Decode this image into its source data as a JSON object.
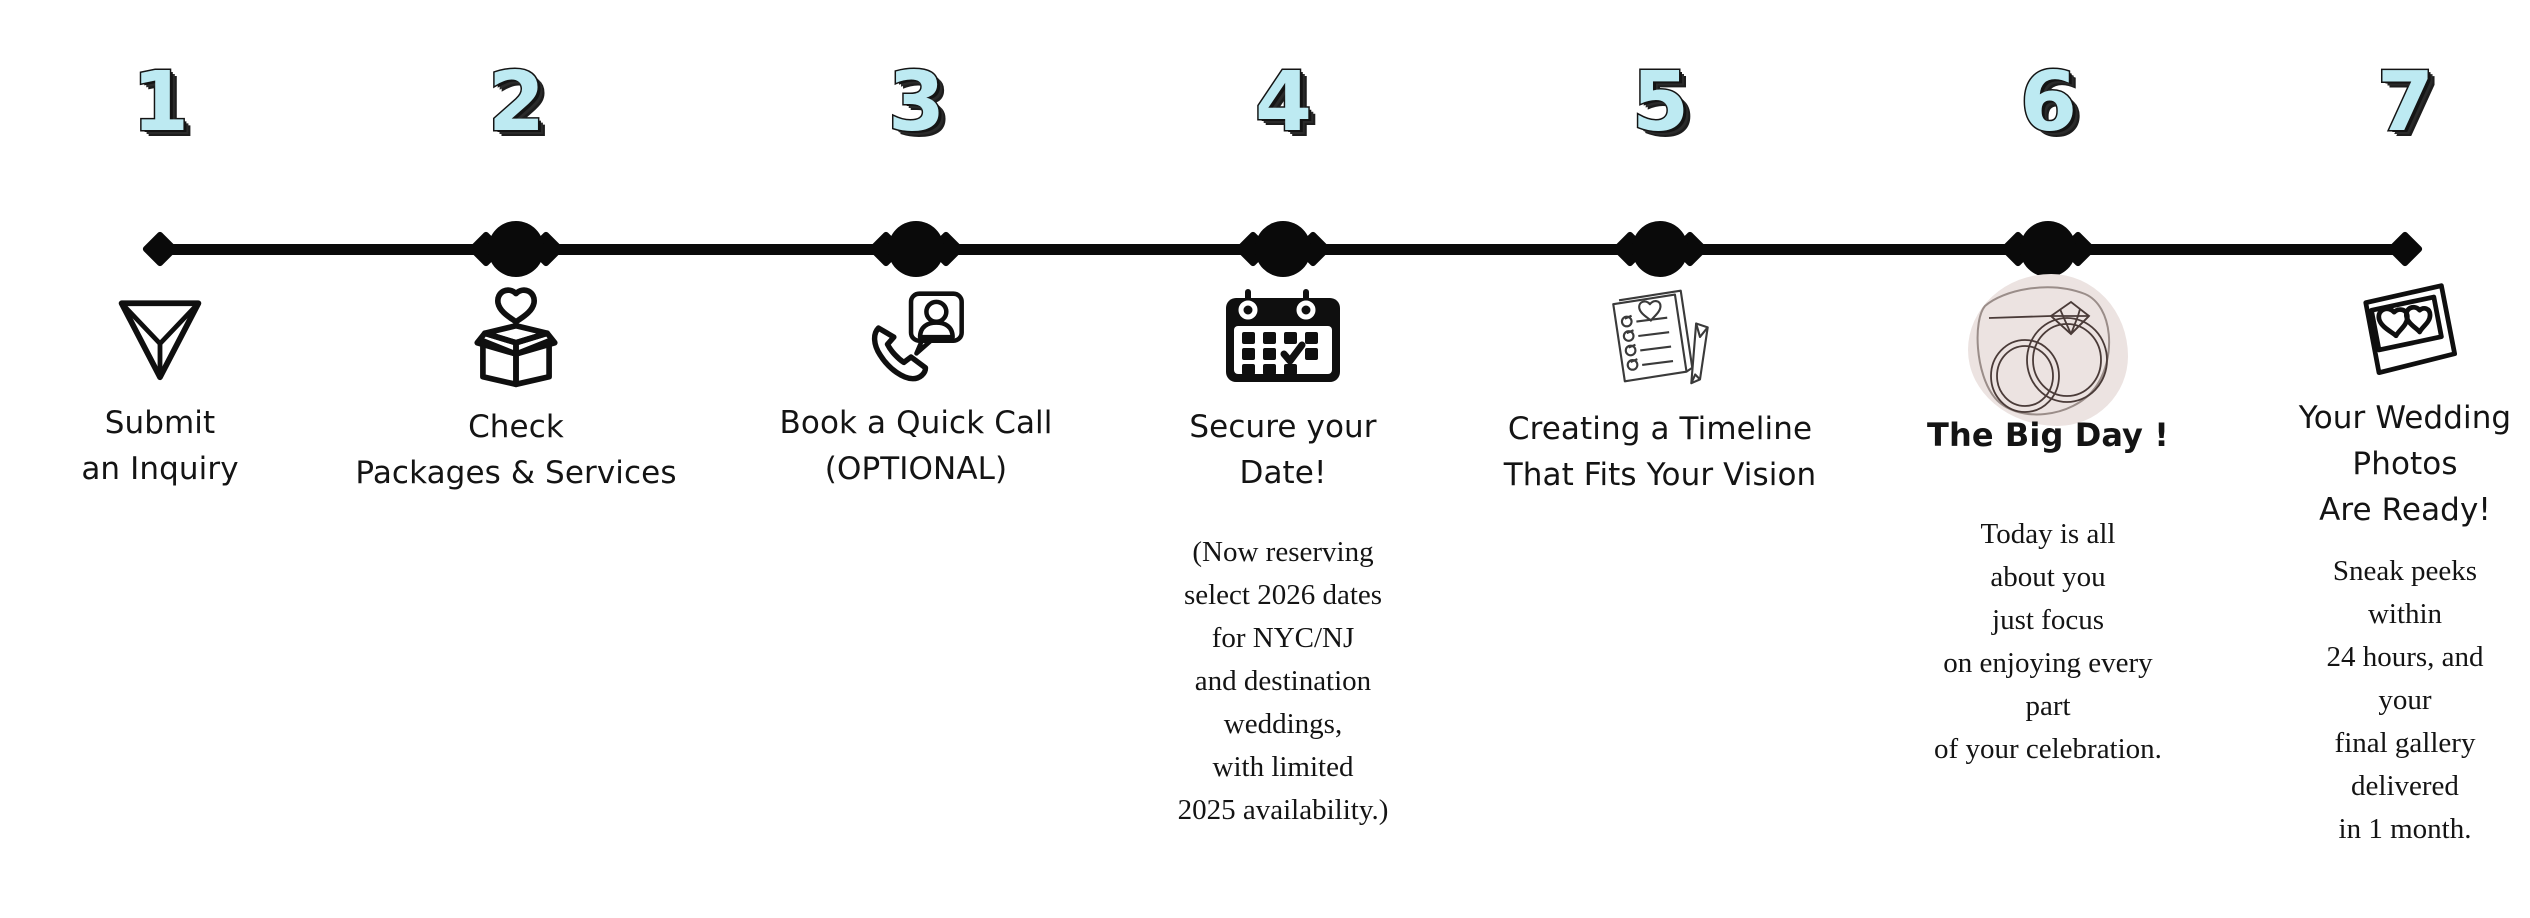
{
  "diagram": {
    "title": "Wedding Photography Booking Process Timeline",
    "type": "horizontal-timeline",
    "accent_number_color": "#bdeaf2",
    "line_color": "#0a0a0a",
    "blob_color": "#ece3e1",
    "background": "#ffffff"
  },
  "steps": [
    {
      "number": "1",
      "icon": "paper-plane-icon",
      "label": "Submit\nan Inquiry",
      "note": "",
      "bold_label": false,
      "marker": "diamond"
    },
    {
      "number": "2",
      "icon": "gift-box-heart-icon",
      "label": "Check\nPackages & Services",
      "note": "",
      "bold_label": false,
      "marker": "circle"
    },
    {
      "number": "3",
      "icon": "phone-call-person-icon",
      "label": "Book a Quick Call\n(OPTIONAL)",
      "note": "",
      "bold_label": false,
      "marker": "circle"
    },
    {
      "number": "4",
      "icon": "calendar-check-icon",
      "label": "Secure your\nDate!",
      "note": "(Now reserving\nselect 2026 dates\nfor NYC/NJ\nand destination\nweddings,\nwith limited\n2025 availability.)",
      "bold_label": false,
      "marker": "circle"
    },
    {
      "number": "5",
      "icon": "checklist-pencil-icon",
      "label": "Creating a Timeline\nThat Fits Your Vision",
      "note": "",
      "bold_label": false,
      "marker": "circle"
    },
    {
      "number": "6",
      "icon": "wedding-rings-icon",
      "label": "The Big Day !",
      "note": "Today is all\nabout you\njust focus\non enjoying every\npart\nof your celebration.",
      "bold_label": true,
      "marker": "circle"
    },
    {
      "number": "7",
      "icon": "polaroid-hearts-icon",
      "label": "Your Wedding\nPhotos\nAre Ready!",
      "note": "Sneak peeks\nwithin\n24 hours, and\nyour\nfinal gallery\ndelivered\nin 1 month.",
      "bold_label": false,
      "marker": "diamond"
    }
  ]
}
